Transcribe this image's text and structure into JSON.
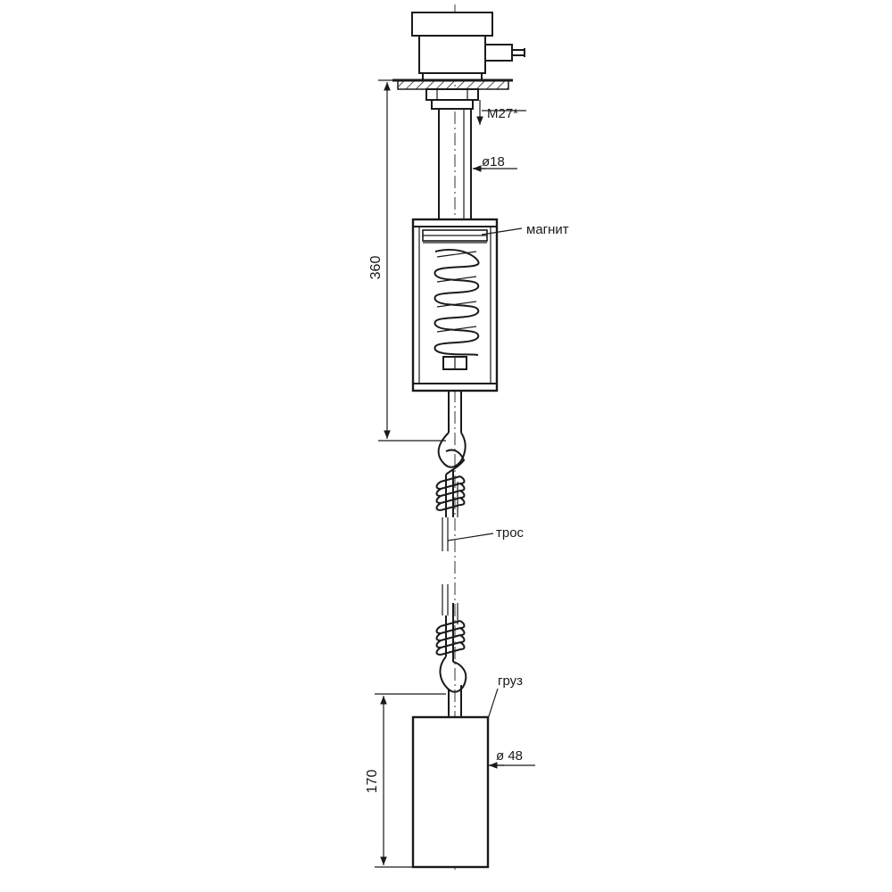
{
  "labels": {
    "thread": "M27*",
    "rod_diameter": "ø18",
    "magnet": "магнит",
    "cable": "трос",
    "weight": "груз",
    "weight_diameter": "ø 48"
  },
  "dimensions": {
    "overall_length": "360",
    "weight_length": "170"
  },
  "colors": {
    "line": "#1a1a1a",
    "background": "#ffffff"
  }
}
